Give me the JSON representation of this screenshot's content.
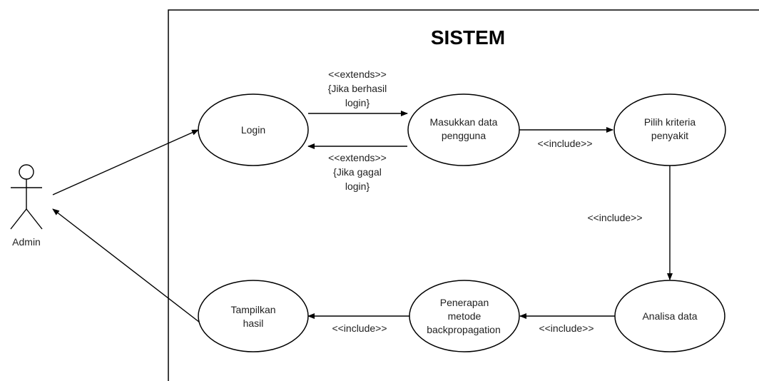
{
  "diagram": {
    "system_title": "SISTEM",
    "actor": {
      "label": "Admin"
    },
    "use_cases": {
      "login": "Login",
      "masukkan_data": [
        "Masukkan data",
        "pengguna"
      ],
      "pilih_kriteria": [
        "Pilih kriteria",
        "penyakit"
      ],
      "analisa_data": "Analisa data",
      "penerapan": [
        "Penerapan",
        "metode",
        "backpropagation"
      ],
      "tampilkan": [
        "Tampilkan",
        "hasil"
      ]
    },
    "relations": {
      "extends_success": [
        "<<extends>>",
        "{Jika berhasil",
        "login}"
      ],
      "extends_fail": [
        "<<extends>>",
        "{Jika gagal",
        "login}"
      ],
      "include_masukkan_pilih": "<<include>>",
      "include_pilih_analisa": "<<include>>",
      "include_analisa_penerapan": "<<include>>",
      "include_penerapan_tampilkan": "<<include>>"
    }
  }
}
